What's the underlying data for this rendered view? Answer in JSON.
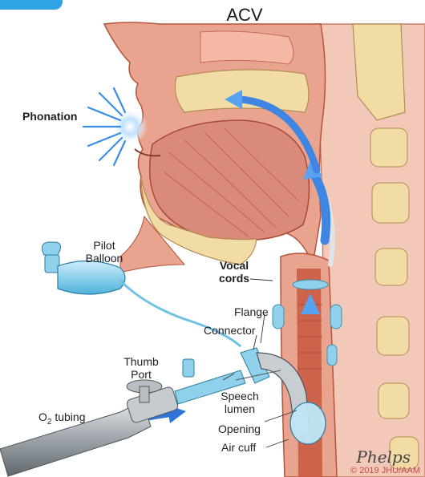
{
  "title": "ACV",
  "labels": {
    "phonation": "Phonation",
    "pilot_balloon_line1": "Pilot",
    "pilot_balloon_line2": "Balloon",
    "vocal_cords_line1": "Vocal",
    "vocal_cords_line2": "cords",
    "flange": "Flange",
    "connector": "Connector",
    "thumb_port_line1": "Thumb",
    "thumb_port_line2": "Port",
    "speech_lumen_line1": "Speech",
    "speech_lumen_line2": "lumen",
    "o2_tubing_prefix": "O",
    "o2_tubing_subscript": "2",
    "o2_tubing_suffix": " tubing",
    "opening": "Opening",
    "air_cuff": "Air cuff"
  },
  "credit": "© 2019 JHU/AAM",
  "signature": "Phelps",
  "colors": {
    "tissue": "#e9a48f",
    "tissue_dark": "#c8583f",
    "muscle": "#d98a78",
    "bone": "#f1dca6",
    "spine_bg": "#f2c9b8",
    "airflow_arrow": "#2f74d6",
    "tube_blue": "#8fd0ea",
    "tube_gray": "#b9bec3",
    "top_icon": "#2ea3e6"
  }
}
